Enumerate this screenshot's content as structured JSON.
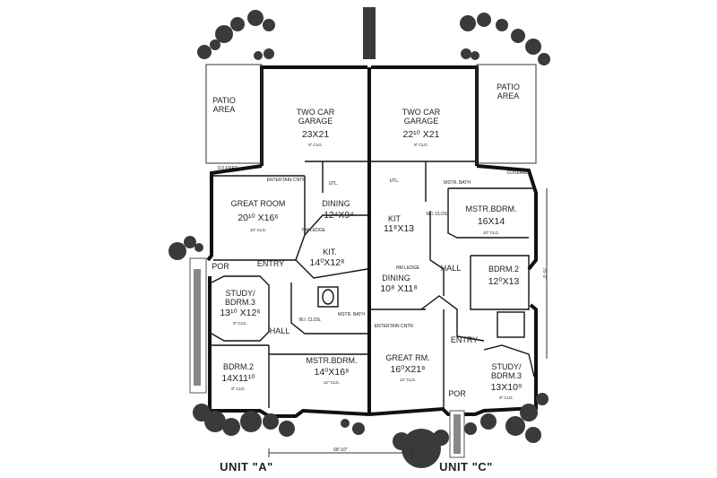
{
  "units": {
    "left": "UNIT \"A\"",
    "right": "UNIT \"C\""
  },
  "overall_width": "68'-10\"",
  "overall_depth": "75'-3\"",
  "rooms": {
    "patio_left": {
      "name1": "PATIO",
      "name2": "AREA"
    },
    "patio_right": {
      "name1": "PATIO",
      "name2": "AREA"
    },
    "garage_a": {
      "name1": "TWO CAR",
      "name2": "GARAGE",
      "dim": "23X21",
      "clg": "8\" CLG."
    },
    "garage_c": {
      "name1": "TWO CAR",
      "name2": "GARAGE",
      "dim": "22¹⁰ X21",
      "clg": "8\" CLG."
    },
    "great_room_a": {
      "name": "GREAT ROOM",
      "dim": "20¹⁰ X16⁶",
      "clg": "10\" CLG."
    },
    "dining_a": {
      "name": "DINING",
      "dim": "12⁴X9⁴"
    },
    "kit_a": {
      "name": "KIT.",
      "dim": "14⁰X12⁸"
    },
    "entry_a": {
      "name": "ENTRY"
    },
    "por_a": {
      "name": "POR"
    },
    "study_a": {
      "name1": "STUDY/",
      "name2": "BDRM.3",
      "dim": "13¹⁰ X12⁶",
      "clg": "9\" CLG."
    },
    "hall_a": {
      "name": "HALL"
    },
    "bdrm2_a": {
      "name": "BDRM.2",
      "dim": "14X11¹⁰",
      "clg": "9\" CLG."
    },
    "mstr_a": {
      "name": "MSTR.BDRM.",
      "dim": "14⁰X16⁸",
      "clg": "12\" CLG."
    },
    "mstr_bdrm_c": {
      "name": "MSTR.BDRM.",
      "dim": "16X14",
      "clg": "10\" CLG."
    },
    "kit_c": {
      "name": "KIT",
      "dim": "11⁸X13"
    },
    "dining_c": {
      "name": "DINING",
      "dim": "10⁸ X11⁸"
    },
    "hall_c": {
      "name": "HALL"
    },
    "bdrm2_c": {
      "name": "BDRM.2",
      "dim": "12⁰X13"
    },
    "great_rm_c": {
      "name": "GREAT RM.",
      "dim": "16⁰X21⁸",
      "clg": "12\" CLG."
    },
    "entry_c": {
      "name": "ENTRY"
    },
    "por_c": {
      "name": "POR"
    },
    "study_c": {
      "name1": "STUDY/",
      "name2": "BDRM.3",
      "dim": "13X10⁹",
      "clg": "9\" CLG."
    }
  },
  "small_labels": {
    "covered_a": "CO.ERED",
    "covered_c": "COVERED",
    "entertain_a": "ENTERTAIN CNTR.",
    "entertain_c": "ENTERTAIN CNTR.",
    "util_a": "UTL.",
    "util_c": "UTL.",
    "mstr_bath_a": "MSTR. BATH",
    "mstr_bath_c": "MSTR. BATH",
    "wi_clos_a": "W.I. CLOS.",
    "wi_clos_c": "W.I. CLOS.",
    "nm_ledge_a": "NM LEDGE",
    "nm_ledge_c": "NM LEDGE"
  }
}
